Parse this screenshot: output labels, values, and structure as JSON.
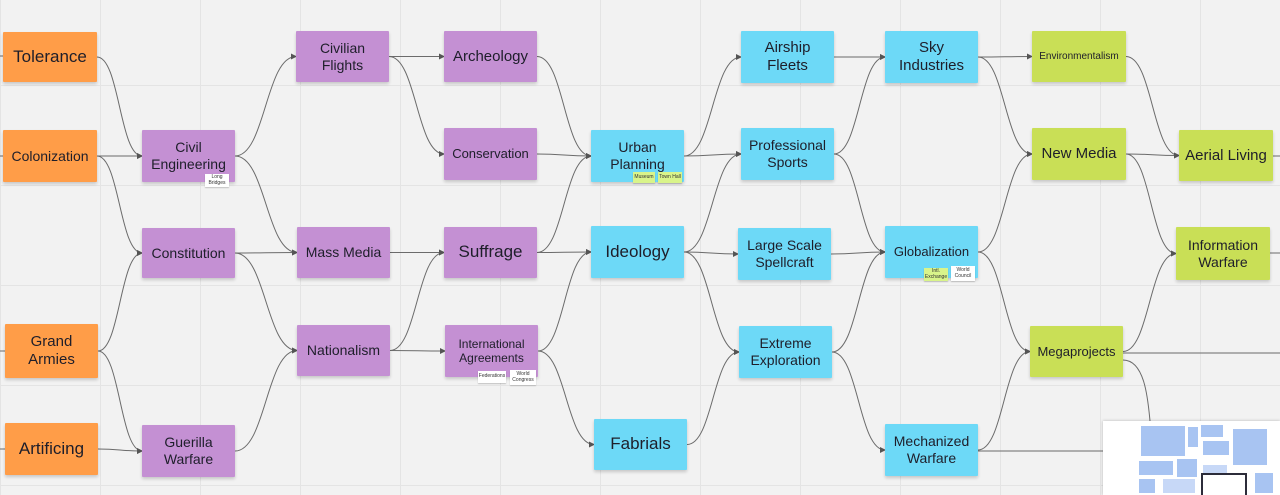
{
  "nodes": {
    "tolerance": "Tolerance",
    "colonization": "Colonization",
    "grand_armies": "Grand Armies",
    "artificing": "Artificing",
    "civil_engineering": "Civil Engineering",
    "constitution": "Constitution",
    "guerilla_warfare": "Guerilla Warfare",
    "civilian_flights": "Civilian Flights",
    "mass_media": "Mass Media",
    "nationalism": "Nationalism",
    "archeology": "Archeology",
    "conservation": "Conservation",
    "suffrage": "Suffrage",
    "international_agreements": "International Agreements",
    "urban_planning": "Urban Planning",
    "ideology": "Ideology",
    "fabrials": "Fabrials",
    "airship_fleets": "Airship Fleets",
    "professional_sports": "Professional Sports",
    "large_scale_spellcraft": "Large Scale Spellcraft",
    "extreme_exploration": "Extreme Exploration",
    "sky_industries": "Sky Industries",
    "globalization": "Globalization",
    "mechanized_warfare": "Mechanized Warfare",
    "environmentalism": "Environmentalism",
    "new_media": "New Media",
    "megaprojects": "Megaprojects",
    "aerial_living": "Aerial Living",
    "information_warfare": "Information Warfare"
  },
  "tags": {
    "long_bridges": "Long Bridges",
    "museum": "Museum",
    "town_hall": "Town Hall",
    "federations": "Federations",
    "world_congress": "World Congress",
    "inn_exchange": "Intl. Exchange",
    "world_council": "World Council"
  },
  "colors": {
    "orange": "#ff9d48",
    "purple": "#c490d3",
    "blue": "#6dd9f7",
    "green": "#c9df56",
    "canvas": "#f2f2f2"
  }
}
